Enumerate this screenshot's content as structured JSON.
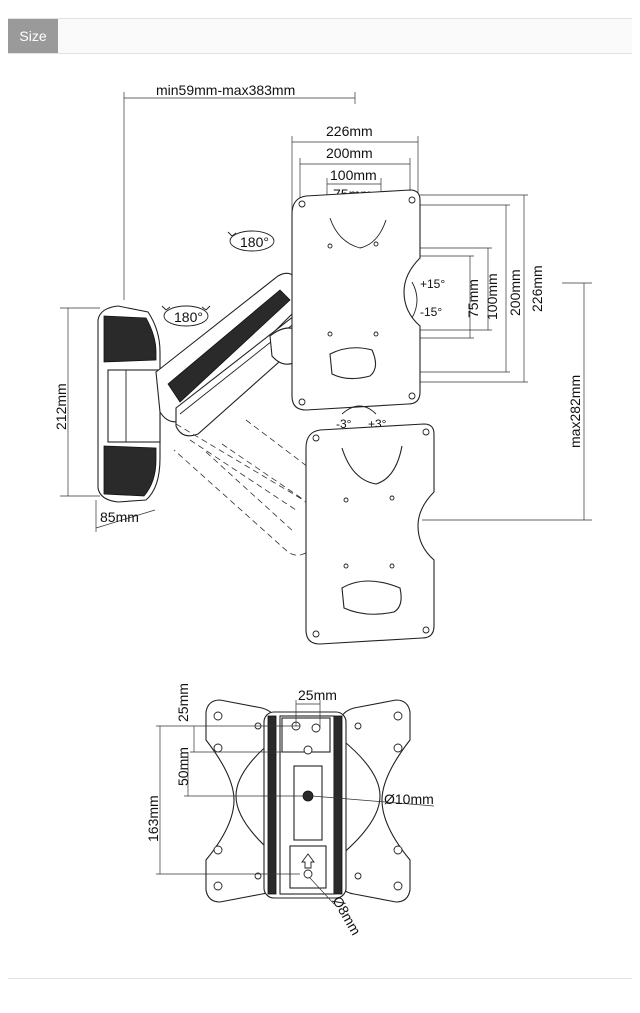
{
  "tab": {
    "label": "Size"
  },
  "side_view": {
    "reach": "min59mm-max383mm",
    "width_226": "226mm",
    "width_200": "200mm",
    "width_100": "100mm",
    "width_75": "75mm",
    "height_75": "75mm",
    "height_100": "100mm",
    "height_200": "200mm",
    "height_226": "226mm",
    "rotate_top": "180°",
    "rotate_arm": "180°",
    "tilt_up": "+15°",
    "tilt_down": "-15°",
    "swivel_left": "-3°",
    "swivel_right": "+3°",
    "max_height": "max282mm",
    "wall_height": "212mm",
    "wall_depth": "85mm"
  },
  "back_view": {
    "w25": "25mm",
    "h25": "25mm",
    "h50": "50mm",
    "h163": "163mm",
    "d10": "Ø10mm",
    "d8": "Ø8mm"
  }
}
